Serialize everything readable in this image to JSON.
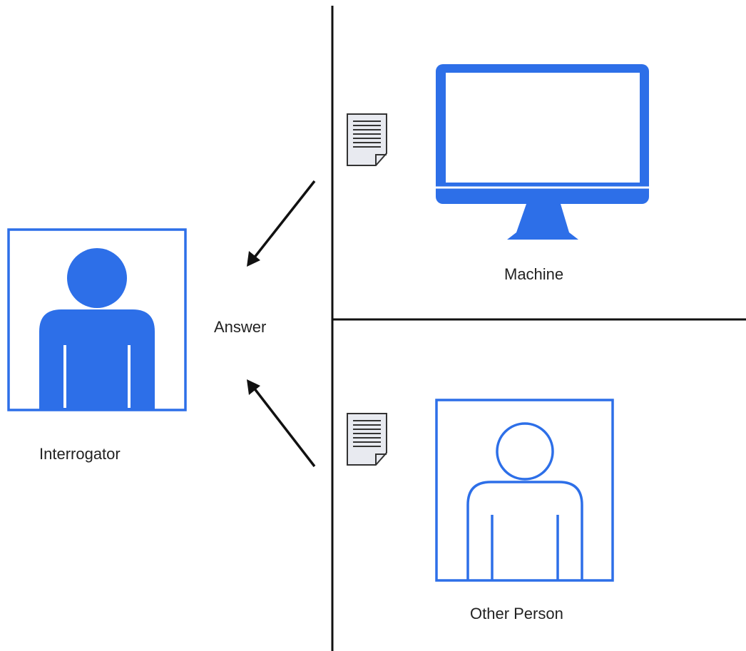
{
  "labels": {
    "interrogator": "Interrogator",
    "answer": "Answer",
    "machine": "Machine",
    "other_person": "Other Person"
  },
  "colors": {
    "accent_blue": "#2d6fe8",
    "divider": "#111111",
    "arrow": "#111111",
    "document_fill": "#e8eaf0",
    "document_stroke": "#333333",
    "text": "#222222"
  },
  "icons": {
    "interrogator": "filled-person-icon",
    "machine": "desktop-monitor-icon",
    "other_person": "outlined-person-icon",
    "documents": "document-icon"
  }
}
